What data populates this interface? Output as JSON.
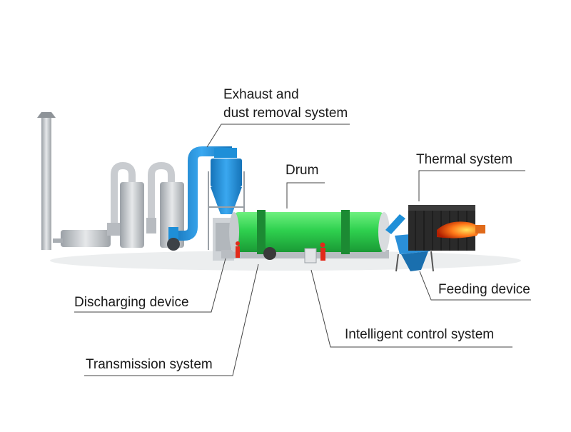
{
  "labels": {
    "exhaust_line1": "Exhaust and",
    "exhaust_line2": "dust removal system",
    "drum": "Drum",
    "thermal": "Thermal system",
    "discharging": "Discharging device",
    "feeding": "Feeding device",
    "control": "Intelligent control system",
    "transmission": "Transmission system"
  },
  "colors": {
    "drum": "#2fd14f",
    "duct_blue": "#1e8fd8",
    "furnace": "#2a2a2a",
    "flame": "#ff5a1a",
    "steel": "#c9ccd0",
    "leader": "#444444"
  }
}
